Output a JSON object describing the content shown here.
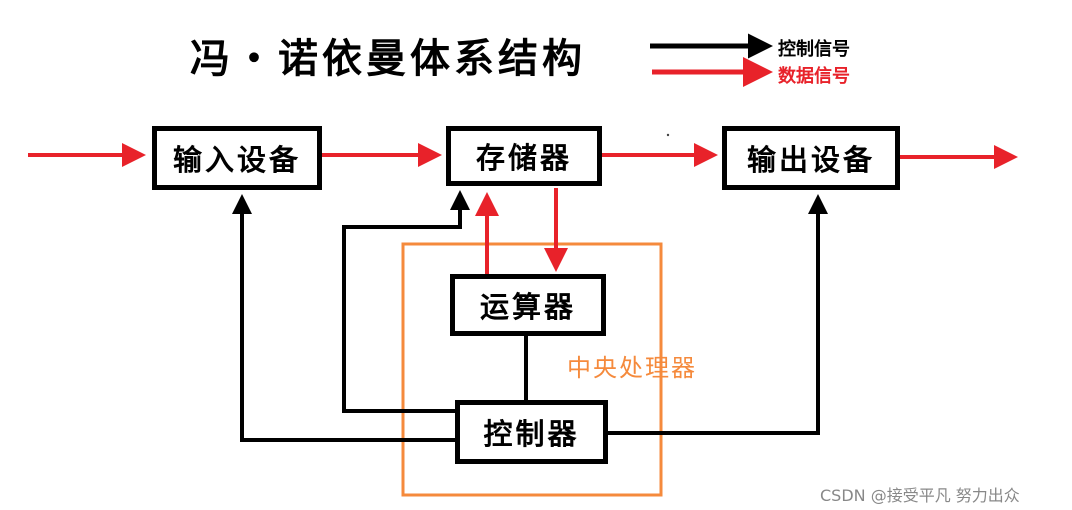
{
  "title": "冯・诺依曼体系结构",
  "legend": {
    "control": {
      "label": "控制信号",
      "color": "#000000"
    },
    "data": {
      "label": "数据信号",
      "color": "#e8222a"
    }
  },
  "nodes": {
    "input": "输入设备",
    "memory": "存储器",
    "output": "输出设备",
    "alu": "运算器",
    "controller": "控制器"
  },
  "cpu_label": "中央处理器",
  "cpu_color": "#f58a3c",
  "watermark": "CSDN @接受平凡 努力出众"
}
